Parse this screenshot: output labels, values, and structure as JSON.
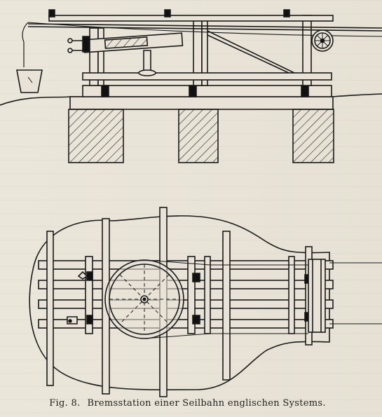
{
  "figure": {
    "number": "Fig. 8.",
    "title": "Bremsstation einer Seilbahn englischen Systems."
  },
  "views": {
    "elevation": {
      "icon": "side-elevation-drawing"
    },
    "plan": {
      "icon": "top-plan-drawing"
    }
  },
  "colors": {
    "paper": "#e8e3d6",
    "ink": "#1a1a1a"
  }
}
